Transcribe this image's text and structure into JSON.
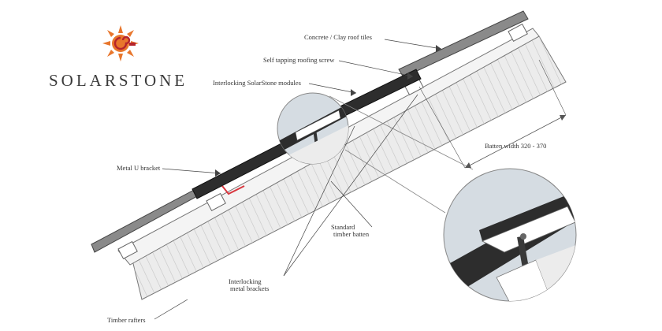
{
  "brand": {
    "name": "SOLARSTONE"
  },
  "labels": {
    "tiles": "Concrete / Clay roof tiles",
    "screw": "Self tapping roofing screw",
    "modules": "Interlocking SolarStone modules",
    "bracket": "Metal  U bracket",
    "batten_width": "Batten width 320 - 370",
    "batten": [
      "Standard",
      "timber batten"
    ],
    "brackets": [
      "Interlocking",
      "metal brackets"
    ],
    "rafters": "Timber rafters"
  },
  "colors": {
    "module": "#2d2d2d",
    "tile": "#8a8a8a",
    "rafter": "#d9d9d9",
    "circle": "#cfd6dc",
    "accent": "#d9363e",
    "logo_sun": "#e8762c"
  }
}
